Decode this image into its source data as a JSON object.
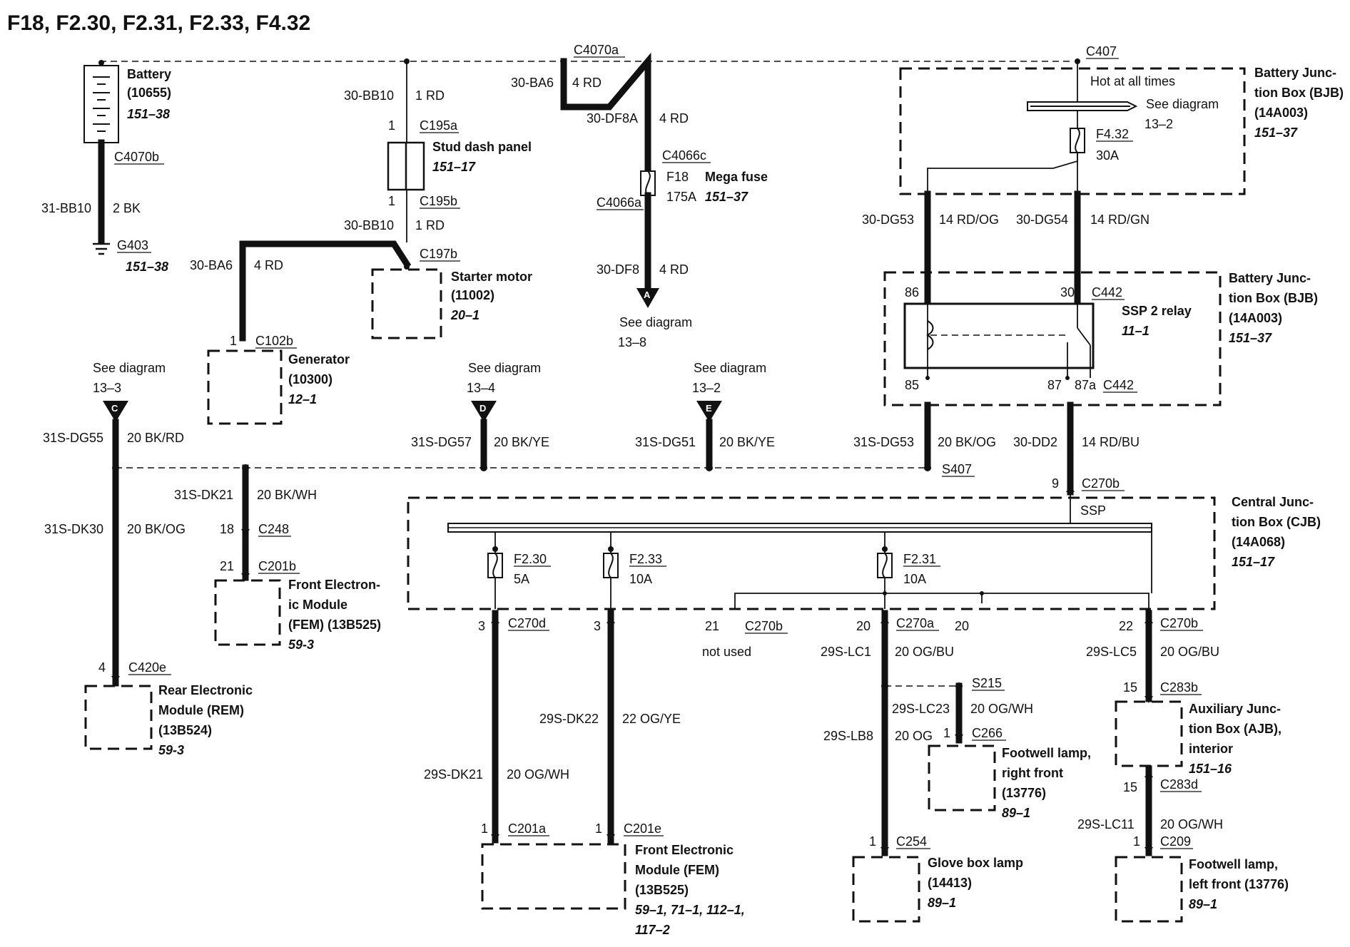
{
  "title": "F18, F2.30, F2.31, F2.33, F4.32",
  "battery": {
    "name": "Battery",
    "num": "(10655)",
    "ref": "151–38",
    "conn": "C4070b",
    "wire": "31-BB10",
    "color": "2 BK",
    "ground": "G403",
    "ground_ref": "151–38"
  },
  "stud": {
    "conn_top": "C195a",
    "conn_bot": "C195b",
    "pin_top": "1",
    "pin_bot": "1",
    "name": "Stud dash panel",
    "ref": "151–17",
    "wire_top": "30-BB10",
    "color_top": "1 RD",
    "wire_bot": "30-BB10",
    "color_bot": "1 RD"
  },
  "starter": {
    "conn": "C197b",
    "name": "Starter motor",
    "num": "(11002)",
    "ref": "20–1"
  },
  "generator": {
    "pin": "1",
    "conn": "C102b",
    "name": "Generator",
    "num": "(10300)",
    "ref": "12–1",
    "wire": "30-BA6",
    "color": "4 RD"
  },
  "mega": {
    "top_conn": "C4070a",
    "wire1": "30-BA6",
    "color1": "4 RD",
    "wire2": "30-DF8A",
    "color2": "4 RD",
    "conn_top": "C4066c",
    "fuse": "F18",
    "amp": "175A",
    "name": "Mega fuse",
    "ref": "151–37",
    "conn_bot": "C4066a",
    "wire3": "30-DF8",
    "color3": "4 RD",
    "arrow": "A",
    "see": "See diagram",
    "see_ref": "13–8"
  },
  "bjb1": {
    "conn": "C407",
    "hot": "Hot at all times",
    "see": "See diagram",
    "see_ref": "13–2",
    "fuse": "F4.32",
    "amp": "30A",
    "name1": "Battery Junc-",
    "name2": "tion Box (BJB)",
    "num": "(14A003)",
    "ref": "151–37",
    "wireL": "30-DG53",
    "colorL": "14 RD/OG",
    "wireR": "30-DG54",
    "colorR": "14 RD/GN"
  },
  "bjb2": {
    "p86": "86",
    "p30": "30",
    "conn_top": "C442",
    "relay": "SSP 2 relay",
    "relay_ref": "11–1",
    "p85": "85",
    "p87": "87",
    "p87a": "87a",
    "conn_bot": "C442",
    "name1": "Battery Junc-",
    "name2": "tion Box (BJB)",
    "num": "(14A003)",
    "ref": "151–37"
  },
  "grounds": [
    {
      "letter": "C",
      "see": "See diagram",
      "ref": "13–3",
      "wire": "31S-DG55",
      "color": "20 BK/RD"
    },
    {
      "letter": "D",
      "see": "See diagram",
      "ref": "13–4",
      "wire": "31S-DG57",
      "color": "20 BK/YE"
    },
    {
      "letter": "E",
      "see": "See diagram",
      "ref": "13–2",
      "wire": "31S-DG51",
      "color": "20 BK/YE"
    }
  ],
  "s407": {
    "wire": "31S-DG53",
    "color": "20 BK/OG",
    "splice": "S407",
    "wire2": "30-DD2",
    "color2": "14 RD/BU",
    "pin": "9",
    "conn": "C270b"
  },
  "fem_left": {
    "wire": "31S-DK21",
    "color": "20 BK/WH",
    "pin1": "18",
    "conn1": "C248",
    "pin2": "21",
    "conn2": "C201b",
    "name1": "Front Electron-",
    "name2": "ic Module",
    "name3": "(FEM) (13B525)",
    "ref": "59-3"
  },
  "rem": {
    "wire": "31S-DK30",
    "color": "20 BK/OG",
    "pin": "4",
    "conn": "C420e",
    "name1": "Rear Electronic",
    "name2": "Module (REM)",
    "num": "(13B524)",
    "ref": "59-3"
  },
  "cjb": {
    "ssp": "SSP",
    "name1": "Central Junc-",
    "name2": "tion Box (CJB)",
    "num": "(14A068)",
    "ref": "151–17",
    "f230": "F2.30",
    "a230": "5A",
    "f233": "F2.33",
    "a233": "10A",
    "f231": "F2.31",
    "a231": "10A"
  },
  "fem_bottom": {
    "pin_a": "3",
    "conn_a": "C270d",
    "pin_b": "3",
    "wire_a": "29S-DK21",
    "color_a": "20 OG/WH",
    "wire_b": "29S-DK22",
    "color_b": "22 OG/YE",
    "pin_c": "1",
    "conn_c": "C201a",
    "pin_d": "1",
    "conn_d": "C201e",
    "name1": "Front Electronic",
    "name2": "Module (FEM)",
    "num": "(13B525)",
    "ref1": "59–1, 71–1, 112–1,",
    "ref2": "117–2"
  },
  "notused": {
    "pin": "21",
    "conn": "C270b",
    "text": "not used"
  },
  "glove": {
    "pin": "20",
    "conn": "C270a",
    "pin2": "20",
    "wire": "29S-LC1",
    "color": "20 OG/BU",
    "splice": "S215",
    "wire2": "29S-LC23",
    "color2": "20 OG/WH",
    "wire3": "29S-LB8",
    "color3": "20 OG",
    "pin3": "1",
    "conn3": "C266",
    "fw_name1": "Footwell lamp,",
    "fw_name2": "right front",
    "fw_num": "(13776)",
    "fw_ref": "89–1",
    "pin4": "1",
    "conn4": "C254",
    "name1": "Glove box lamp",
    "num": "(14413)",
    "ref": "89–1"
  },
  "ajb": {
    "pin": "22",
    "conn": "C270b",
    "wire": "29S-LC5",
    "color": "20 OG/BU",
    "pin2": "15",
    "conn2": "C283b",
    "name1": "Auxiliary Junc-",
    "name2": "tion Box (AJB),",
    "name3": "interior",
    "ref": "151–16",
    "pin3": "15",
    "conn3": "C283d",
    "wire3": "29S-LC11",
    "color3": "20 OG/WH",
    "pin4": "1",
    "conn4": "C209",
    "fl_name1": "Footwell lamp,",
    "fl_name2": "left front (13776)",
    "fl_ref": "89–1"
  }
}
